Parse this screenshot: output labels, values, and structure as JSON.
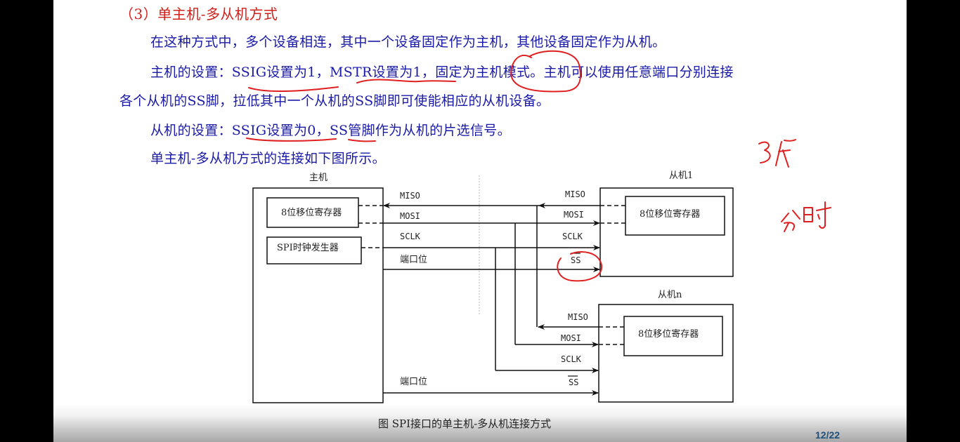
{
  "slide": {
    "heading": "（3）单主机-多从机方式",
    "paragraphs": [
      "在这种方式中，多个设备相连，其中一个设备固定作为主机，其他设备固定作为从机。",
      "主机的设置：SSIG设置为1，MSTR设置为1，固定为主机模式。主机可以使用任意端口分别连接",
      "各个从机的SS脚，拉低其中一个从机的SS脚即可使能相应的从机设备。",
      "从机的设置：SSIG设置为0，SS管脚作为从机的片选信号。",
      "单主机-多从机方式的连接如下图所示。"
    ],
    "page_number": "12/22",
    "colors": {
      "heading": "#d0201a",
      "body_text": "#1a1aa8",
      "annotation_ink": "#e02020",
      "page_number": "#1f4f7a"
    }
  },
  "diagram": {
    "master": {
      "title": "主机",
      "shift_register": "8位移位寄存器",
      "clock_generator": "SPI时钟发生器"
    },
    "slave1": {
      "title": "从机1",
      "shift_register": "8位移位寄存器"
    },
    "slaven": {
      "title": "从机n",
      "shift_register": "8位移位寄存器"
    },
    "signals": {
      "miso": "MISO",
      "mosi": "MOSI",
      "sclk": "SCLK",
      "ss": "SS",
      "port_bit": "端口位"
    },
    "caption": "图 SPI接口的单主机-多从机连接方式"
  },
  "annotations": {
    "handwritten_1": "3片",
    "handwritten_2": "分时"
  }
}
